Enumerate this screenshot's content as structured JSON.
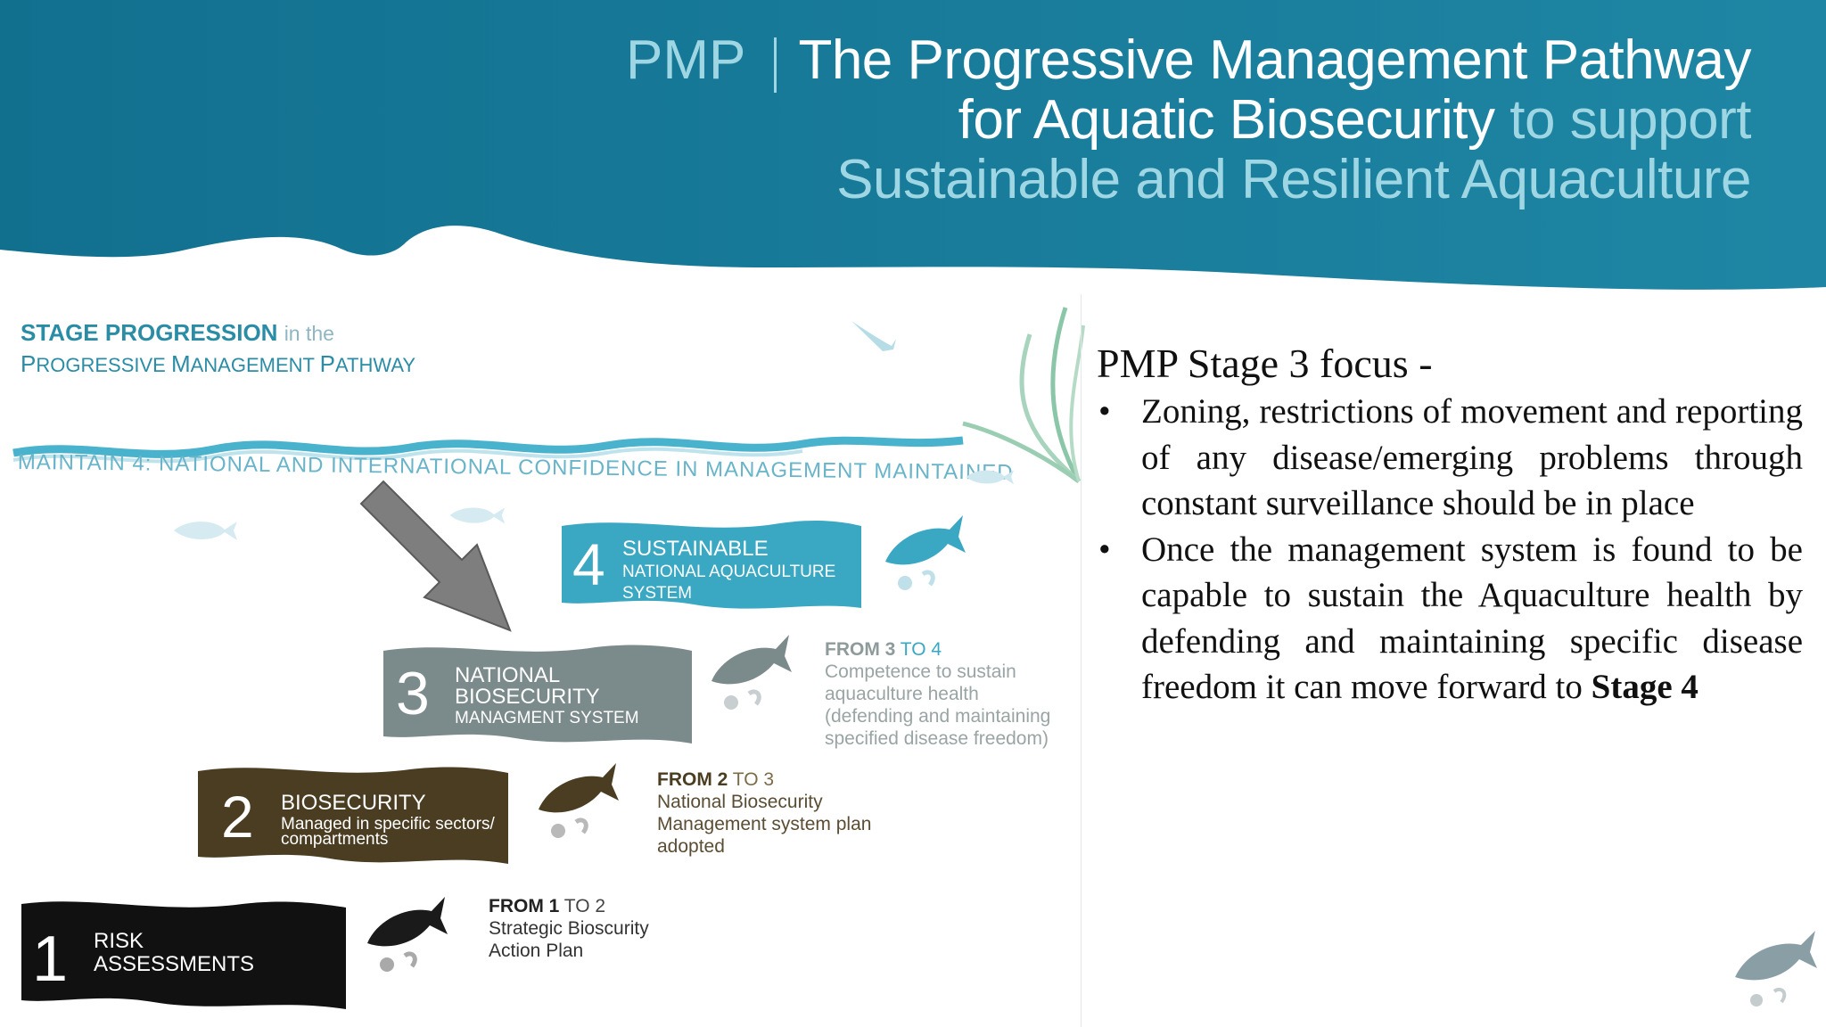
{
  "header": {
    "prefix": "PMP",
    "title_line1": "The Progressive Management Pathway",
    "title_line2_strong": "for Aquatic Biosecurity",
    "title_line2_light": " to support",
    "title_line3": "Sustainable and Resilient Aquaculture"
  },
  "panel": {
    "heading_line1_strong": "STAGE PROGRESSION",
    "heading_line1_small": "in the",
    "heading_line2": {
      "p": "P",
      "p_rest": "ROGRESSIVE ",
      "m": "M",
      "m_rest": "ANAGEMENT ",
      "pa": "P",
      "pa_rest": "ATHWAY"
    },
    "maintain_text": "MAINTAIN 4: NATIONAL AND INTERNATIONAL CONFIDENCE IN MANAGEMENT MAINTAINED",
    "stages": [
      {
        "number": "1",
        "line1": "RISK",
        "line2": "ASSESSMENTS",
        "color": "#111111"
      },
      {
        "number": "2",
        "line1": "BIOSECURITY",
        "line2": "Managed in specific sectors/",
        "line3": "compartments",
        "color": "#4b3d22"
      },
      {
        "number": "3",
        "line1": "NATIONAL",
        "line2": "BIOSECURITY",
        "line3": "MANAGMENT SYSTEM",
        "color": "#7b8a8b"
      },
      {
        "number": "4",
        "line1": "SUSTAINABLE",
        "line2": "NATIONAL AQUACULTURE",
        "line3": "SYSTEM",
        "color": "#3aa7c3"
      }
    ],
    "transitions": [
      {
        "head_a": "FROM 1",
        "head_b": " TO 2",
        "lines": [
          "Strategic Bioscurity",
          "Action Plan"
        ],
        "color": "#222222"
      },
      {
        "head_a": "FROM 2",
        "head_b": " TO 3",
        "lines": [
          "National Biosecurity",
          "Management system plan",
          "adopted"
        ],
        "color": "#4b3d22"
      },
      {
        "head_a": "FROM 3",
        "head_b": " TO 4",
        "lines": [
          "Competence to sustain",
          "aquaculture health",
          "(defending and maintaining",
          "specified disease freedom)"
        ],
        "color": "#8f9a9b"
      }
    ]
  },
  "content": {
    "focus_title": "PMP Stage 3 focus -",
    "bullet_symbol": "•",
    "bullet1": "Zoning, restrictions of movement and reporting of any disease/emerging problems through constant surveillance should be in place",
    "bullet2_text": "Once the management system is found to be capable to sustain the Aquaculture health by defending and maintaining specific disease freedom it can move forward to ",
    "bullet2_strong": "Stage 4"
  },
  "colors": {
    "header_teal": "#1a7d9b",
    "accent_light": "#9fd6e3",
    "arrow_gray": "#7e7e7e"
  },
  "icons": [
    "fish-icon",
    "shell-icon",
    "arrow-icon",
    "seaweed-icon"
  ]
}
